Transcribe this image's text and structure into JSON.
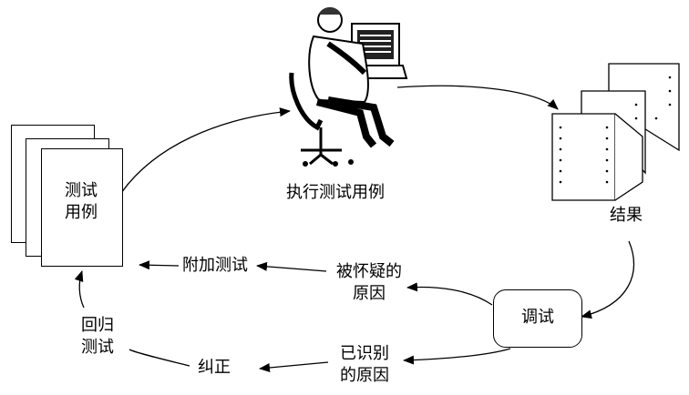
{
  "nodes": {
    "test_cases": {
      "line1": "测试",
      "line2": "用例"
    },
    "execute": {
      "label": "执行测试用例"
    },
    "results": {
      "label": "结果"
    },
    "debug": {
      "label": "调试"
    },
    "suspected": {
      "line1": "被怀疑的",
      "line2": "原因"
    },
    "identified": {
      "line1": "已识别",
      "line2": "的原因"
    },
    "additional_tests": {
      "label": "附加测试"
    },
    "correction": {
      "label": "纠正"
    },
    "regression": {
      "line1": "回归",
      "line2": "测试"
    }
  },
  "icons": [
    "person-at-computer-icon",
    "document-stack-icon",
    "printout-stack-icon"
  ]
}
